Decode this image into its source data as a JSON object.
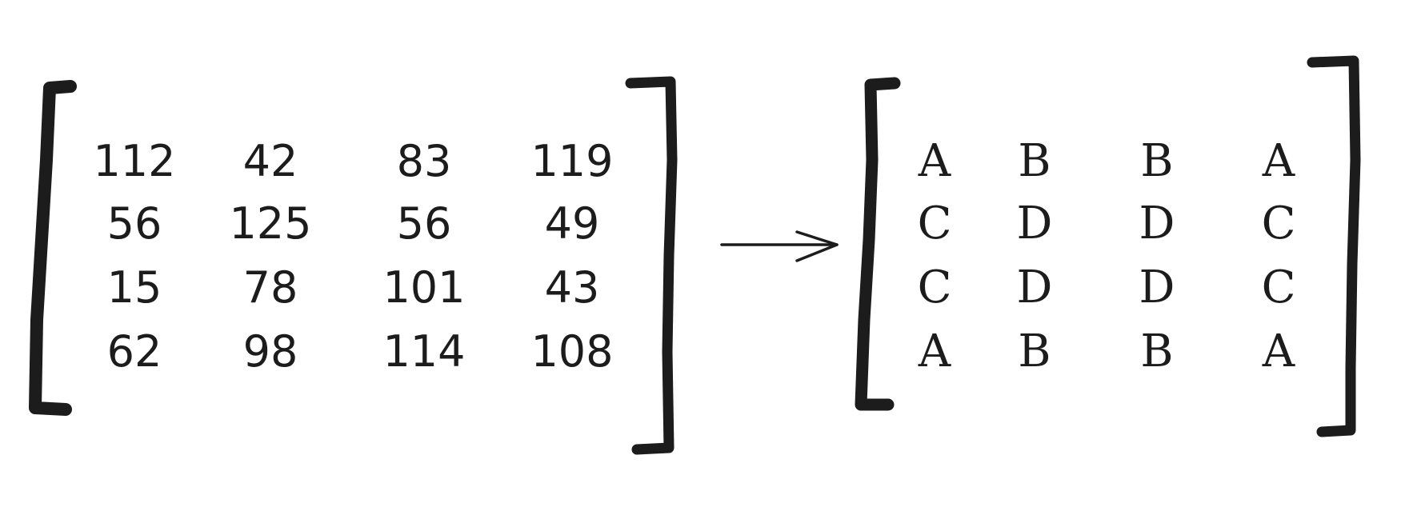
{
  "left_matrix": {
    "rows": [
      [
        "112",
        "42",
        "83",
        "119"
      ],
      [
        "56",
        "125",
        "56",
        "49"
      ],
      [
        "15",
        "78",
        "101",
        "43"
      ],
      [
        "62",
        "98",
        "114",
        "108"
      ]
    ]
  },
  "right_matrix": {
    "rows": [
      [
        "A",
        "B",
        "B",
        "A"
      ],
      [
        "C",
        "D",
        "D",
        "C"
      ],
      [
        "C",
        "D",
        "D",
        "C"
      ],
      [
        "A",
        "B",
        "B",
        "A"
      ]
    ]
  },
  "colors": {
    "ink": "#1c1c1c",
    "background": "#ffffff"
  }
}
